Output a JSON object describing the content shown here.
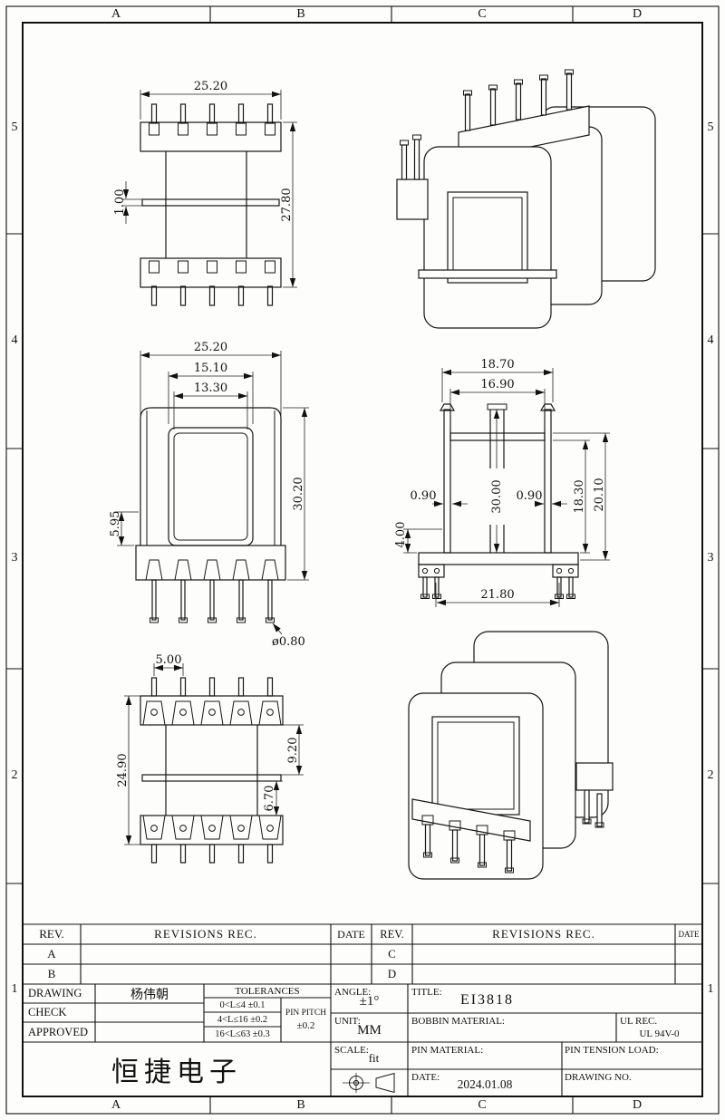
{
  "frame": {
    "zone_cols": [
      "A",
      "B",
      "C",
      "D"
    ],
    "zone_rows": [
      "5",
      "4",
      "3",
      "2",
      "1"
    ]
  },
  "dims": {
    "top_view": {
      "width": "25.20",
      "height": "27.80",
      "bar": "1.00"
    },
    "front_view": {
      "outer": "25.20",
      "flange": "15.10",
      "window": "13.30",
      "height": "30.20",
      "skirt": "5.95",
      "pin_dia": "ø0.80"
    },
    "side_view": {
      "outer": "18.70",
      "inner": "16.90",
      "wall_left": "0.90",
      "wall_right": "0.90",
      "center_h": "30.00",
      "inner_h": "18.30",
      "outer_h": "20.10",
      "base": "4.00",
      "pin_span": "21.80"
    },
    "bottom_view": {
      "pitch": "5.00",
      "width": "24.90",
      "upper": "9.20",
      "lower": "6.70"
    }
  },
  "titleblock": {
    "rev": "REV.",
    "revisions": "REVISIONS REC.",
    "date": "DATE",
    "rows_left": [
      "A",
      "B"
    ],
    "rows_right": [
      "C",
      "D"
    ],
    "drawing": "DRAWING",
    "drawing_by": "杨伟朝",
    "check": "CHECK",
    "approved": "APPROVED",
    "tolerances": "TOLERANCES",
    "tol_rows": [
      "0<L≤4  ±0.1",
      "4<L≤16 ±0.2",
      "16<L≤63 ±0.3"
    ],
    "pin_pitch": "PIN PITCH",
    "pin_pitch_tol": "±0.2",
    "angle": "ANGLE:",
    "angle_val": "±1°",
    "unit": "UNIT:",
    "unit_val": "MM",
    "scale": "SCALE:",
    "scale_val": "fit",
    "title": "TITLE:",
    "title_val": "EI3818",
    "bobbin_material": "BOBBIN MATERIAL:",
    "ul_rec": "UL REC.",
    "ul_val": "UL 94V-0",
    "pin_material": "PIN MATERIAL:",
    "pin_tension": "PIN TENSION LOAD:",
    "date_label": "DATE:",
    "date_val": "2024.01.08",
    "drawing_no": "DRAWING NO.",
    "company": "恒捷电子"
  }
}
